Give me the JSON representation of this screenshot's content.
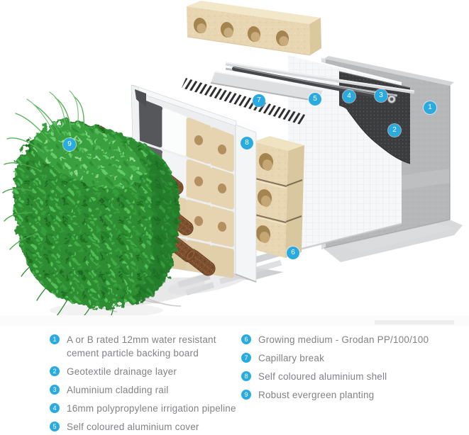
{
  "diagram": {
    "callouts": [
      {
        "num": "1"
      },
      {
        "num": "2"
      },
      {
        "num": "3"
      },
      {
        "num": "4"
      },
      {
        "num": "5"
      },
      {
        "num": "6"
      },
      {
        "num": "7"
      },
      {
        "num": "8"
      },
      {
        "num": "9"
      }
    ]
  },
  "legend": {
    "items": [
      {
        "num": "1",
        "label": "A or B rated 12mm water resistant cement particle backing board"
      },
      {
        "num": "2",
        "label": "Geotextile drainage layer"
      },
      {
        "num": "3",
        "label": "Aluminium cladding rail"
      },
      {
        "num": "4",
        "label": "16mm polypropylene irrigation pipeline"
      },
      {
        "num": "5",
        "label": "Self coloured aluminium cover"
      },
      {
        "num": "6",
        "label": "Growing medium - Grodan PP/100/100"
      },
      {
        "num": "7",
        "label": "Capillary break"
      },
      {
        "num": "8",
        "label": "Self coloured aluminium shell"
      },
      {
        "num": "9",
        "label": "Robust evergreen planting"
      }
    ]
  },
  "colors": {
    "badge_blue": "#29abe2",
    "legend_text": "#818285",
    "board_grey": "#b5b7b9",
    "drainage_dark": "#3a3c3e",
    "growing_medium_beige": "#e7d6b1",
    "planting_green": "#2d8c31"
  }
}
